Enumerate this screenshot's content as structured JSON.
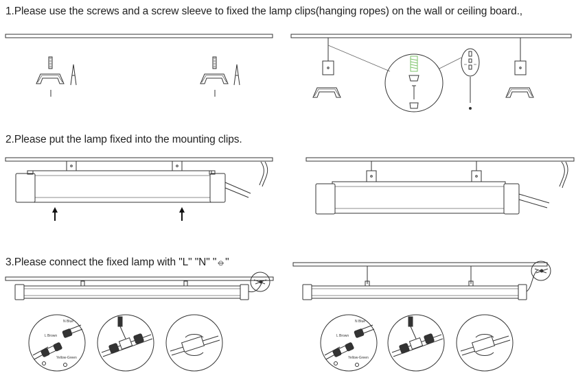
{
  "steps": [
    {
      "title": "1.Please use the screws and a screw sleeve to fixed the lamp clips(hanging ropes) on the wall or ceiling board.,"
    },
    {
      "title": "2.Please put the lamp fixed into the mounting clips."
    },
    {
      "title": "3.Please connect the fixed lamp with \"L\" \"N\" \"⦵\""
    }
  ],
  "wire_labels": {
    "n_blue": "N Blue",
    "l_brown": "L Brown",
    "ground": "Yellow-Green"
  },
  "colors": {
    "line": "#333333",
    "spring_accent": "#7cc36a"
  },
  "icons": [
    "screw-icon",
    "sleeve-icon",
    "clip-icon",
    "rope-hook-icon",
    "up-arrow-icon",
    "connector-icon",
    "screwdriver-icon",
    "rotate-arrow-icon"
  ]
}
